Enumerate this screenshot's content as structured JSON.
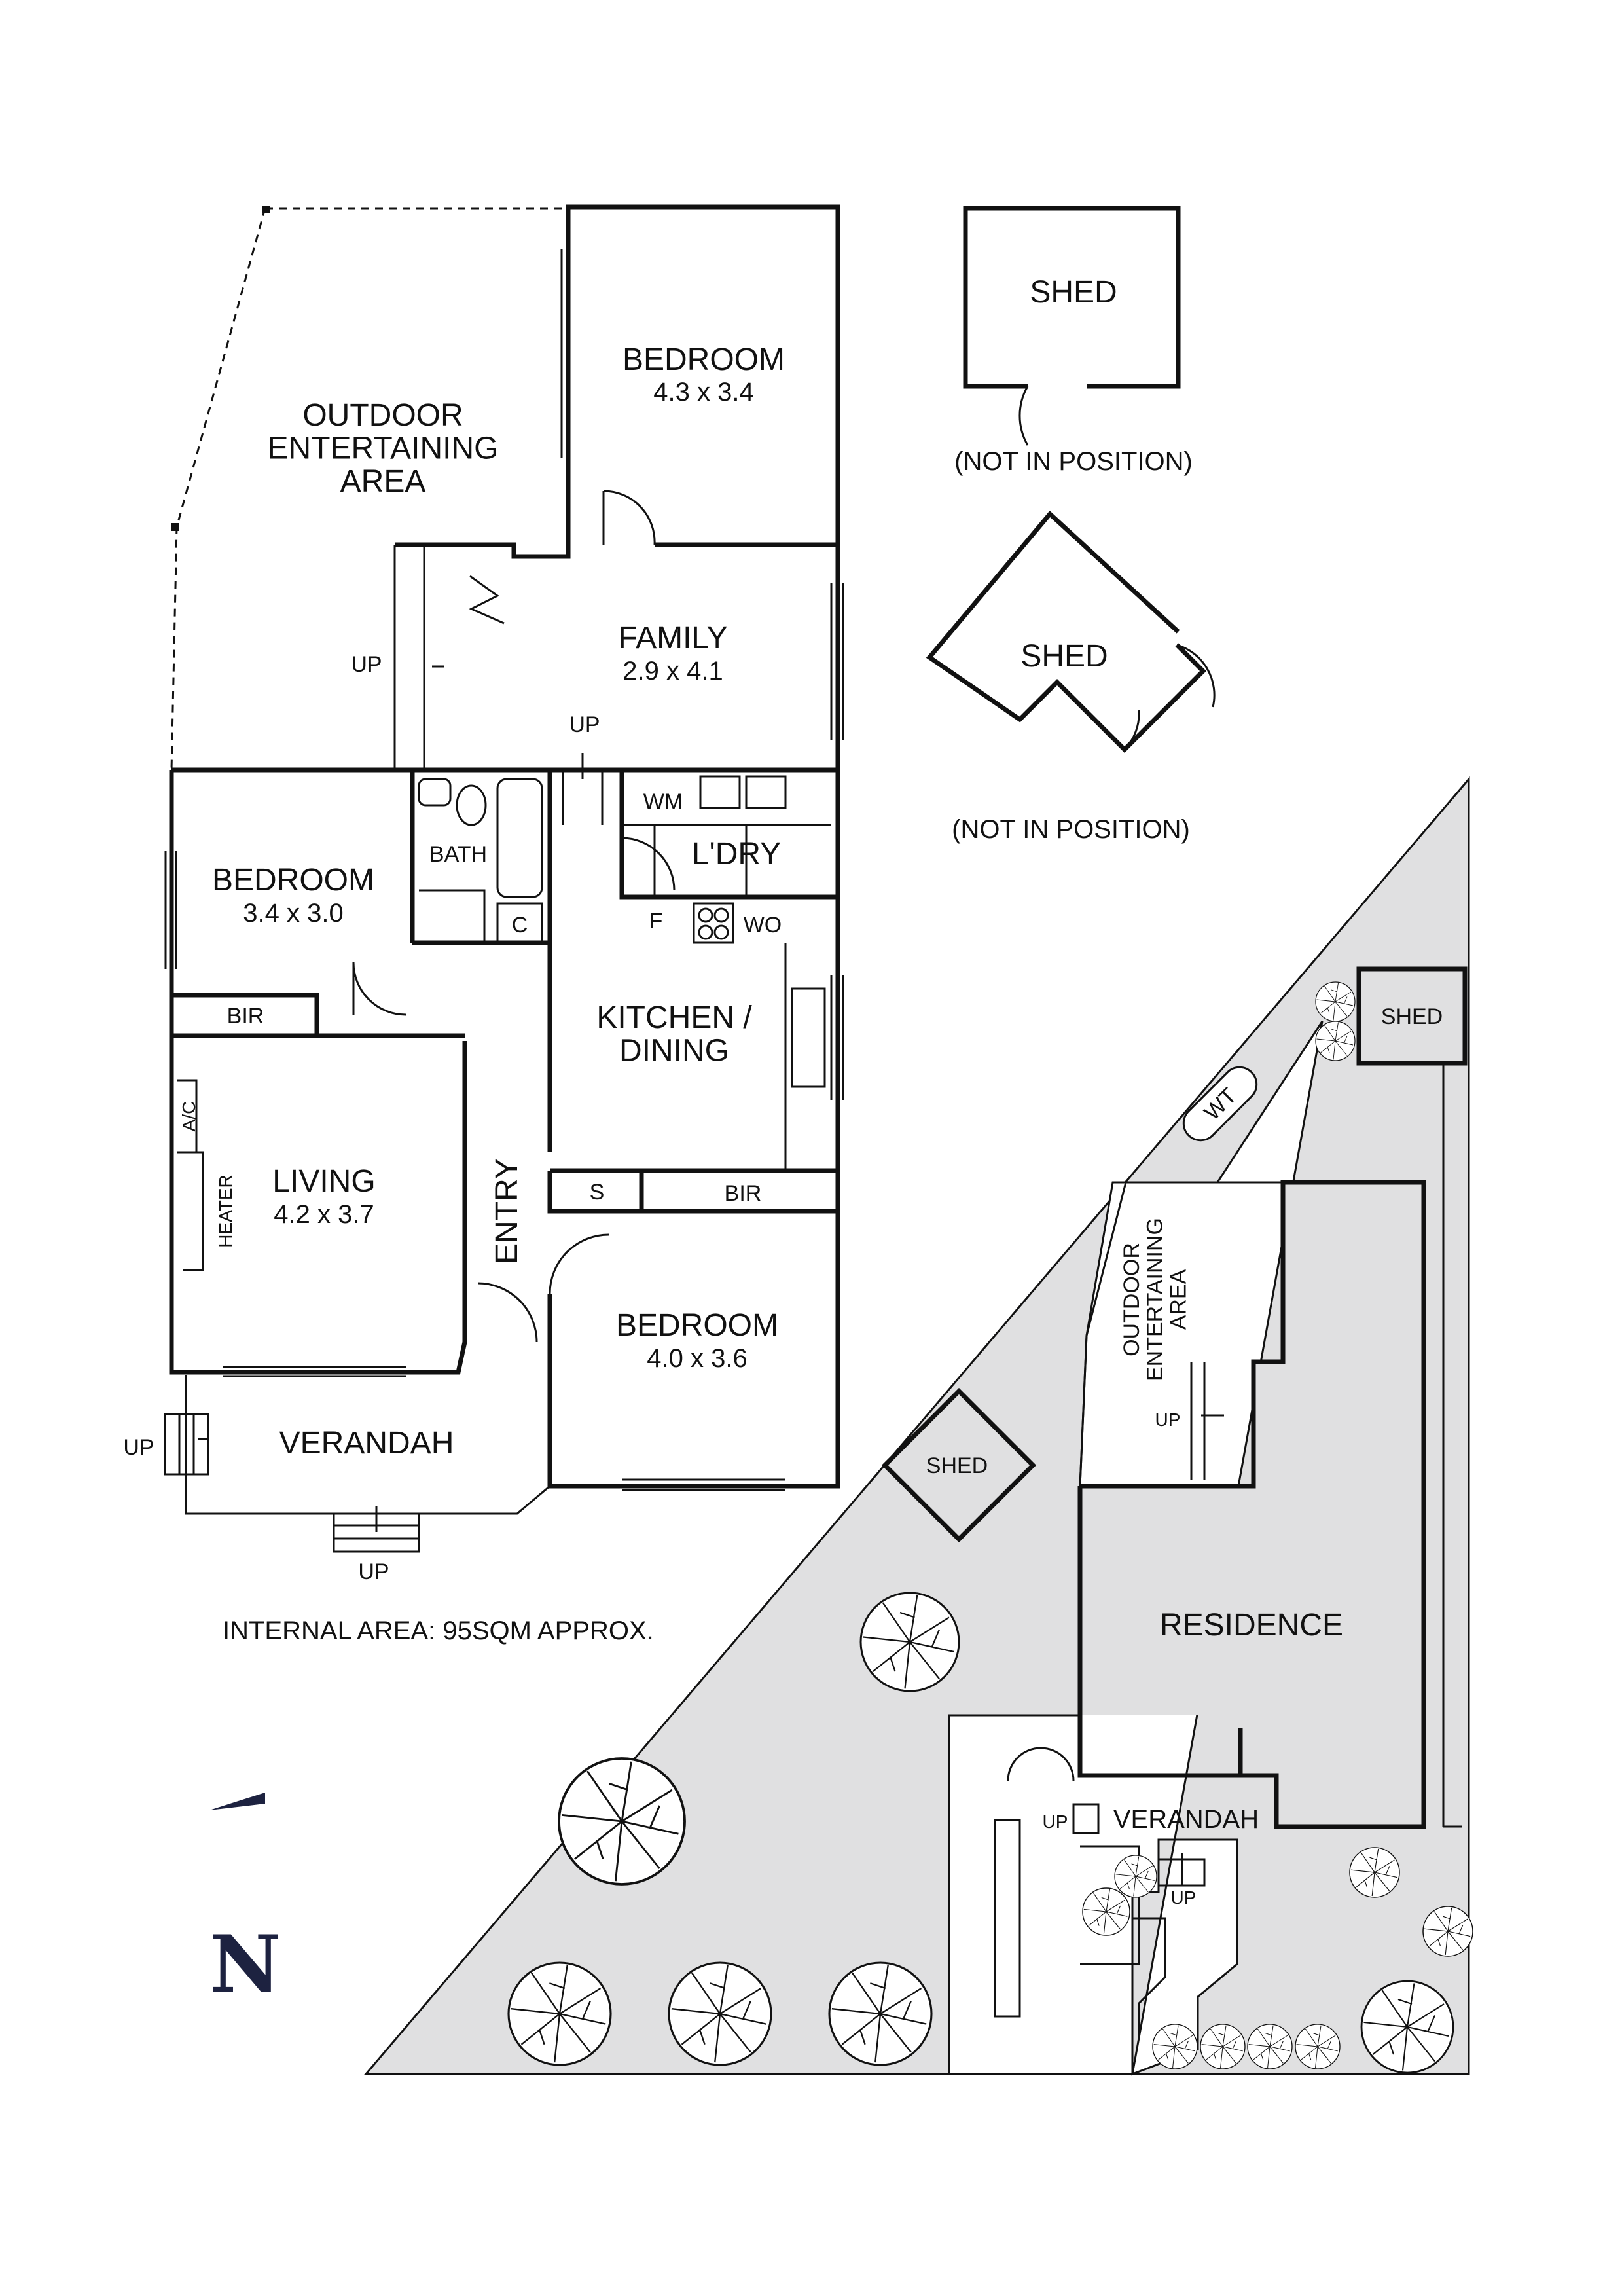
{
  "floor_plan": {
    "rooms": {
      "outdoor_area": "OUTDOOR\nENTERTAINING\nAREA",
      "bedroom1": {
        "name": "BEDROOM",
        "dims": "4.3 x 3.4"
      },
      "family": {
        "name": "FAMILY",
        "dims": "2.9 x 4.1"
      },
      "bedroom2": {
        "name": "BEDROOM",
        "dims": "3.4 x 3.0"
      },
      "bath": "BATH",
      "laundry": "L'DRY",
      "wm": "WM",
      "cupboard": "C",
      "fridge": "F",
      "wall_oven": "WO",
      "kitchen": "KITCHEN /\nDINING",
      "bir1": "BIR",
      "living": {
        "name": "LIVING",
        "dims": "4.2 x 3.7"
      },
      "ac": "A/C",
      "heater": "HEATER",
      "entry": "ENTRY",
      "store": "S",
      "bir2": "BIR",
      "bedroom3": {
        "name": "BEDROOM",
        "dims": "4.0 x 3.6"
      },
      "verandah": "VERANDAH"
    },
    "up_labels": [
      "UP",
      "UP",
      "UP",
      "UP"
    ],
    "internal_area": "INTERNAL  AREA: 95SQM APPROX."
  },
  "sheds": {
    "shed1": {
      "name": "SHED",
      "note": "(NOT IN POSITION)"
    },
    "shed2": {
      "name": "SHED",
      "note": "(NOT IN POSITION)"
    }
  },
  "site_plan": {
    "shed_top": "SHED",
    "water_tank": "WT",
    "outdoor_area": "OUTDOOR\nENTERTAINING\nAREA",
    "up_outdoor": "UP",
    "shed_left": "SHED",
    "residence": "RESIDENCE",
    "verandah": "VERANDAH",
    "up_verandah": "UP",
    "up_steps": "UP"
  },
  "north_arrow": {
    "label": "N"
  }
}
